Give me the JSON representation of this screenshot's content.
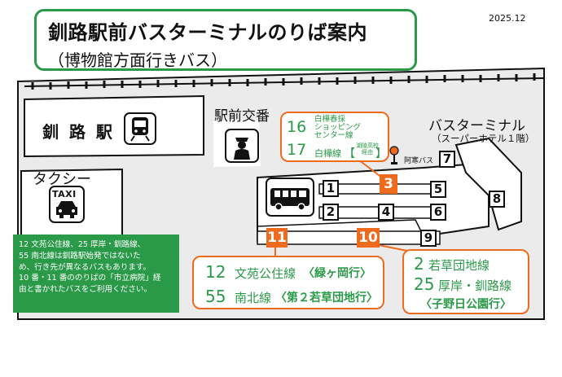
{
  "title": {
    "main": "釧路駅前バスターミナルのりば案内",
    "sub": "（博物館方面行きバス）"
  },
  "date": "2025.12",
  "places": {
    "station": "釧 路 駅",
    "koban": "駅前交番",
    "taxi": "タクシー",
    "taxi_sign": "TAXI",
    "terminal": "バスターミナル",
    "terminal_sub": "（スーパーホテル１階）",
    "akan_bus": "阿寒バス"
  },
  "bays": [
    "1",
    "2",
    "3",
    "4",
    "5",
    "6",
    "7",
    "8",
    "9",
    "10",
    "11"
  ],
  "highlighted_bays": [
    "3",
    "10",
    "11"
  ],
  "bay3_routes": {
    "r16_num": "16",
    "r16_name_1": "白樺春採",
    "r16_name_2": "ショッピング",
    "r16_name_3": "センター線",
    "r17_num": "17",
    "r17_name": "白樺線",
    "r17_note_1": "湖陵高校",
    "r17_note_2": "経由",
    "r17_bracket_open": "【",
    "r17_bracket_close": "】"
  },
  "bay11_routes": {
    "r12_num": "12",
    "r12_name": "文苑公住線",
    "r12_dest": "〈緑ヶ岡行〉",
    "r55_num": "55",
    "r55_name": "南北線",
    "r55_dest": "〈第２若草団地行〉"
  },
  "bay10_routes": {
    "r2_num": "2",
    "r2_name": "若草団地線",
    "r25_num": "25",
    "r25_name": "厚岸・釧路線",
    "r25_dest": "〈子野日公園行〉"
  },
  "notice": [
    "12 文苑公住線、25 厚岸・釧路線、",
    "55 南北線は釧路駅始発ではないた",
    "め、行き先が異なるバスもあります。",
    "10 番・11 番ののりばの「市立病院」経",
    "由と書かれたバスをご利用ください。"
  ],
  "colors": {
    "green": "#2a9a48",
    "orange": "#ee6b1e",
    "ground": "#ebebeb",
    "line": "#111111"
  }
}
